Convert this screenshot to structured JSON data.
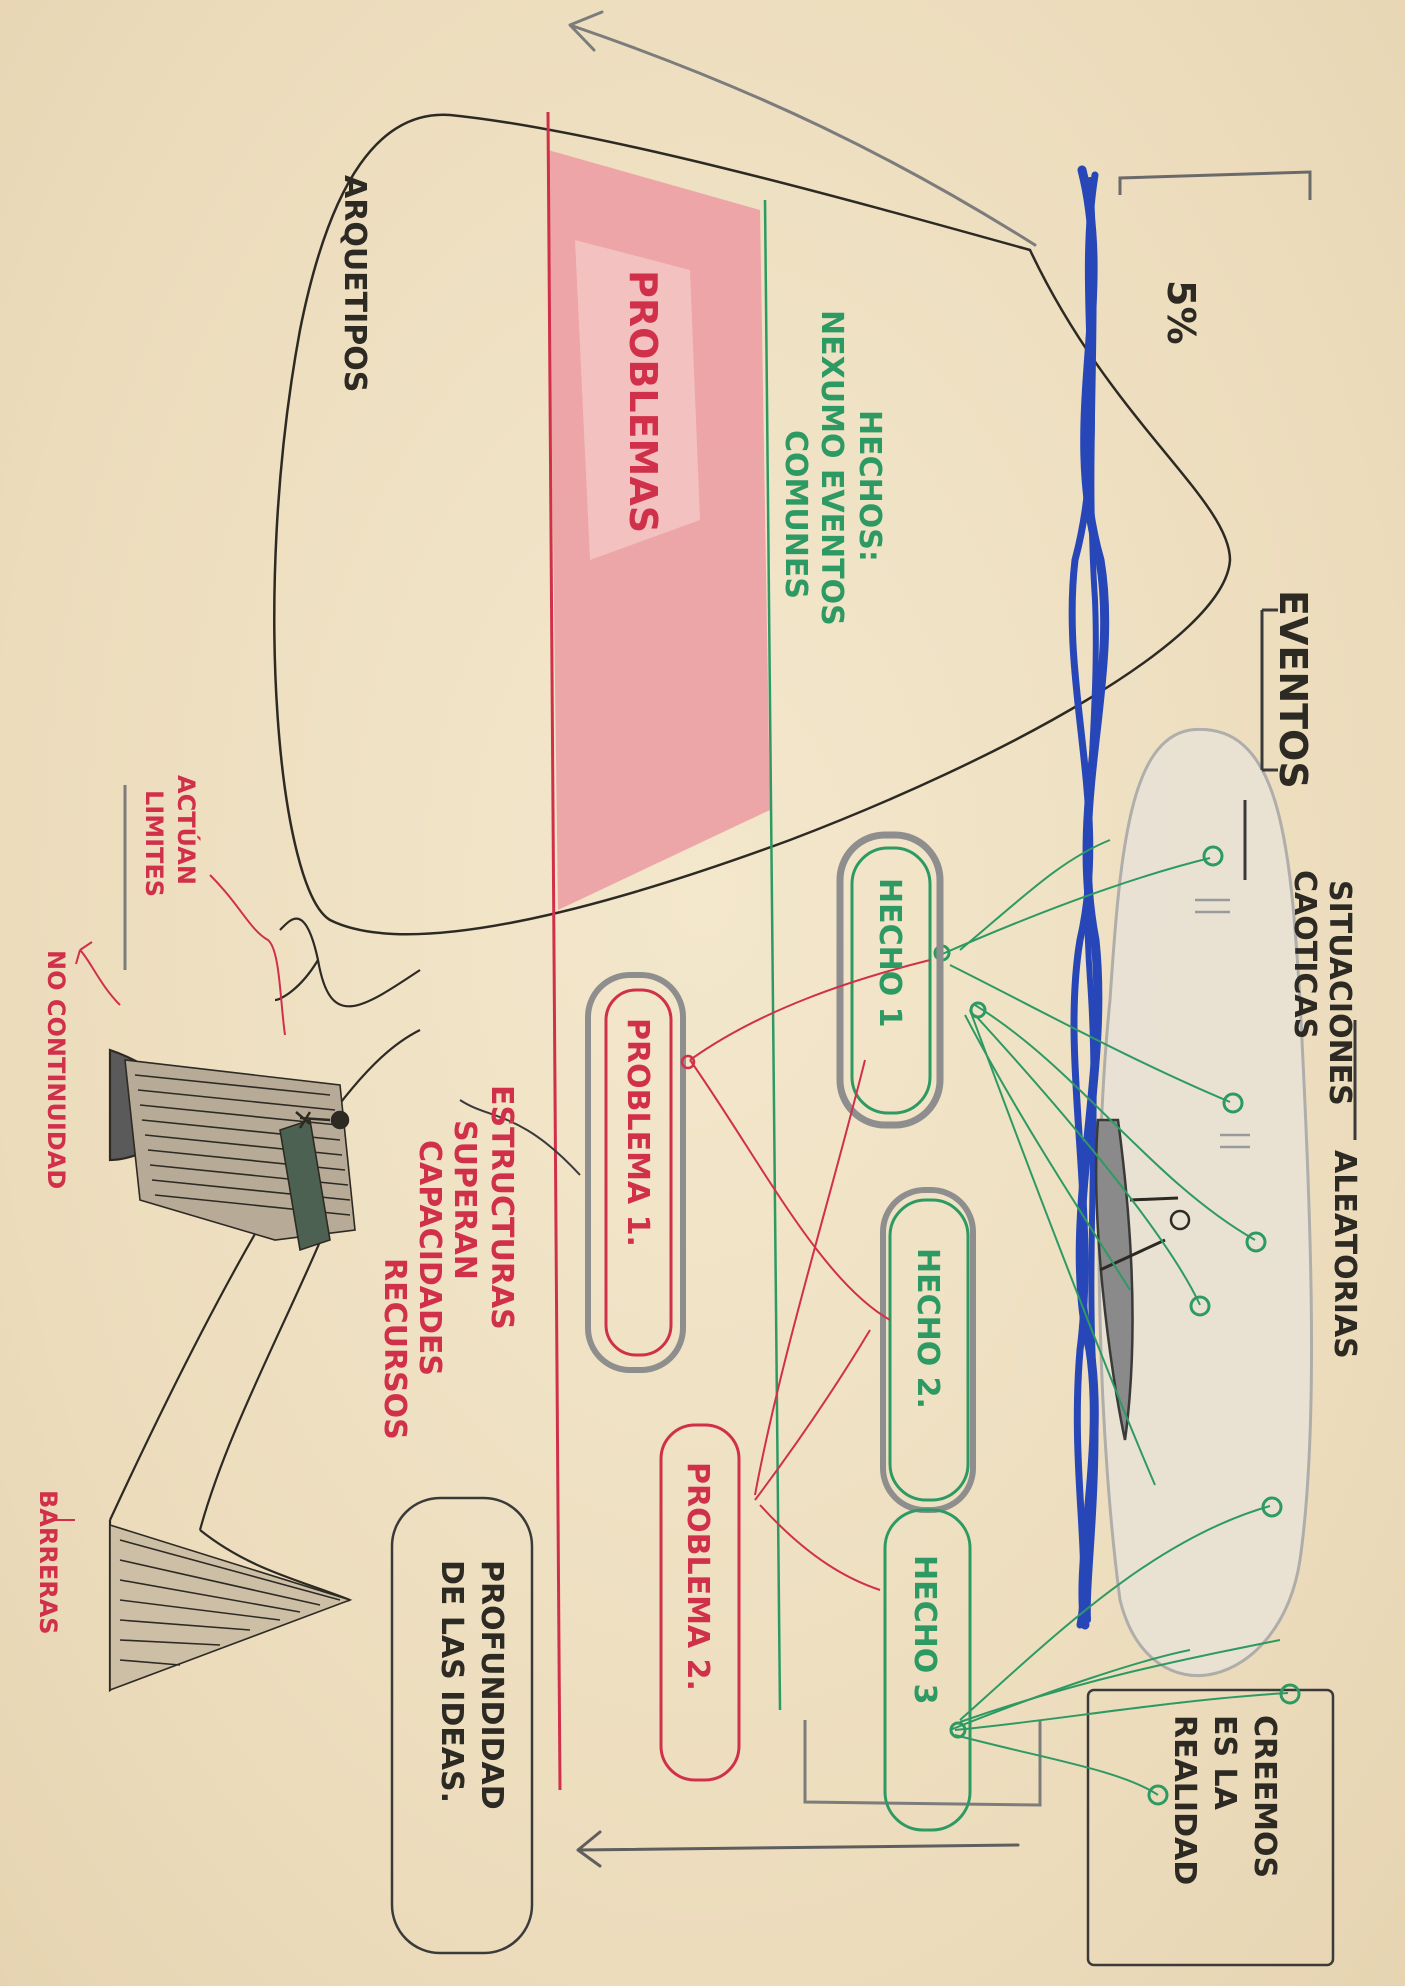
{
  "diagram": {
    "colors": {
      "paper": "#efe1c3",
      "ink": "#2d2a24",
      "red": "#d0304a",
      "red_fill": "#ec9ea4",
      "green": "#2e9a63",
      "blue": "#2747b8",
      "grey": "#8e8e8e"
    },
    "labels": {
      "percent": "5%",
      "eventos": "EVENTOS",
      "situaciones": "SITUACIONES",
      "caoticas": "CAOTICAS",
      "aleatorias": "ALEATORIAS",
      "creemos_1": "CREEMOS",
      "creemos_2": "ES LA",
      "creemos_3": "REALIDAD",
      "arquetipos": "ARQUETIPOS",
      "problemas": "PROBLEMAS",
      "hechos_1": "HECHOS:",
      "hechos_2": "NEXUMO EVENTOS",
      "hechos_3": "COMUNES",
      "hecho_1": "HECHO 1",
      "hecho_2": "HECHO 2.",
      "hecho_3": "HECHO 3",
      "problema_1": "PROBLEMA 1.",
      "problema_2": "PROBLEMA 2.",
      "estructuras_1": "ESTRUCTURAS",
      "estructuras_2": "SUPERAN",
      "estructuras_3": "CAPACIDADES",
      "estructuras_4": "RECURSOS",
      "profundidad_1": "PROFUNDIDAD",
      "profundidad_2": "DE LAS IDEAS.",
      "actuan_1": "ACTÚAN",
      "actuan_2": "LIMITES",
      "no_continuidad": "NO CONTINUIDAD",
      "barreras": "BARRERAS"
    },
    "icons": [
      "canoe-icon",
      "hiker-icon",
      "mountain-icon",
      "arrow-icon"
    ]
  }
}
